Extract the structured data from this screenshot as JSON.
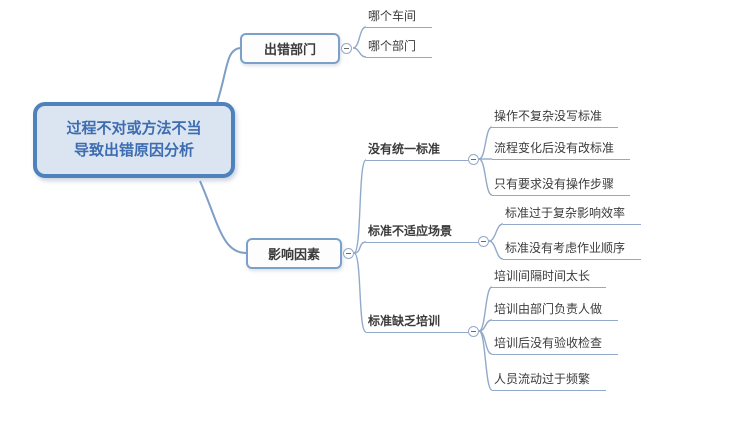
{
  "app": {
    "type": "mindmap"
  },
  "colors": {
    "accent": "#4f81bd",
    "line": "#91aac9",
    "root-fill": "#dbe5f1",
    "root-text": "#3e6cb0",
    "node-border": "#7ba1cb",
    "node-fill": "#fdfdfe",
    "text": "#3b3b3b"
  },
  "mindmap": {
    "root": {
      "line1": "过程不对或方法不当",
      "line2": "导致出错原因分析"
    },
    "branch1": {
      "label": "出错部门",
      "children": [
        {
          "label": "哪个车间"
        },
        {
          "label": "哪个部门"
        }
      ]
    },
    "branch2": {
      "label": "影响因素",
      "groups": [
        {
          "label": "没有统一标准",
          "children": [
            {
              "label": "操作不复杂没写标准"
            },
            {
              "label": "流程变化后没有改标准"
            },
            {
              "label": "只有要求没有操作步骤"
            }
          ]
        },
        {
          "label": "标准不适应场景",
          "children": [
            {
              "label": "标准过于复杂影响效率"
            },
            {
              "label": "标准没有考虑作业顺序"
            }
          ]
        },
        {
          "label": "标准缺乏培训",
          "children": [
            {
              "label": "培训间隔时间太长"
            },
            {
              "label": "培训由部门负责人做"
            },
            {
              "label": "培训后没有验收检查"
            },
            {
              "label": "人员流动过于频繁"
            }
          ]
        }
      ]
    }
  }
}
